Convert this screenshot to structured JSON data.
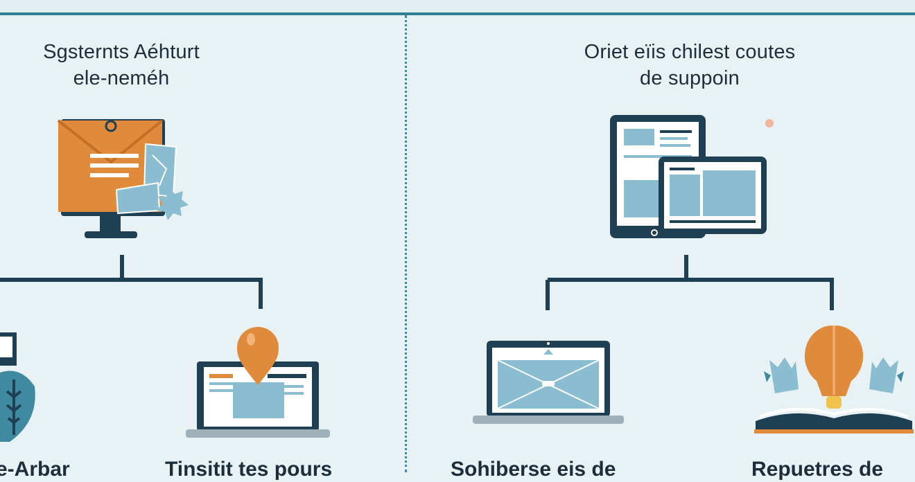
{
  "left_panel": {
    "title_line1": "Sgsternts Aéhturt",
    "title_line2": "ele-neméh",
    "caption_left": "e-Arbar",
    "caption_right": "Tinsitit tes pours"
  },
  "right_panel": {
    "title_line1": "Oriet eïis chilest coutes",
    "title_line2": "de suppoin",
    "caption_left": "Sohiberse eis de",
    "caption_right": "Repuetres de"
  },
  "colors": {
    "teal": "#2f7f93",
    "navy": "#1f3f52",
    "orange": "#e08a3c",
    "light_blue": "#8bbdd0",
    "background": "#e8f1f3"
  },
  "icons": [
    "monitor-envelope-icon",
    "shield-tree-icon",
    "laptop-pin-icon",
    "tablet-devices-icon",
    "laptop-map-icon",
    "lightbulb-book-icon"
  ]
}
